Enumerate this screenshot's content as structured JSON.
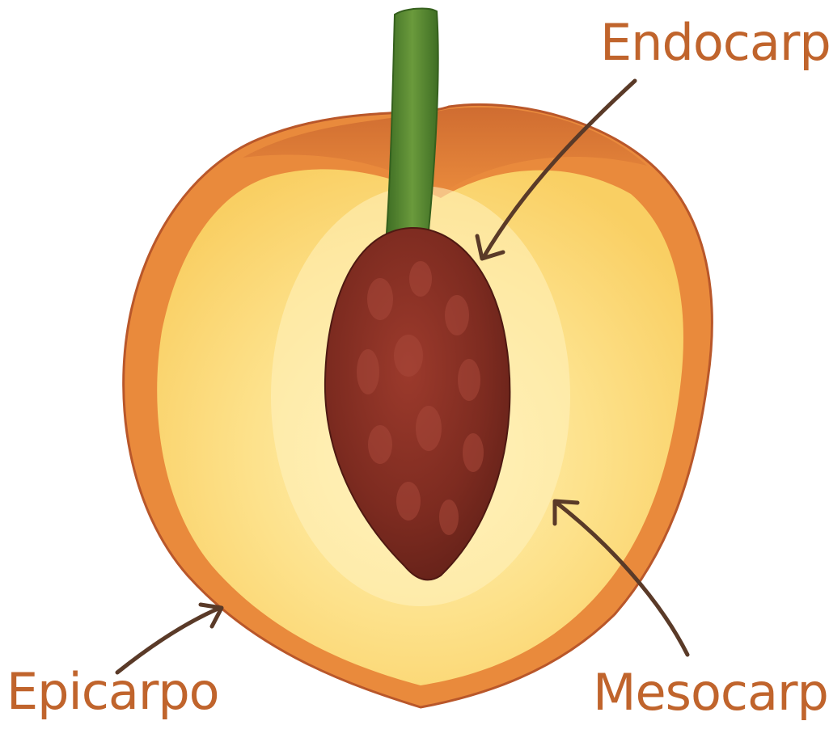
{
  "colors": {
    "background": "#ffffff",
    "label_text": "#c0642c",
    "arrow": "#5a3a28",
    "epicarp_skin": "#e98a3c",
    "mesocarp_flesh": "#fcd977",
    "endocarp_pit": "#7d2b20",
    "stem": "#4d7d2e"
  },
  "icons": {
    "fruit": "peach-cross-section-illustration",
    "stem": "stem-icon",
    "pit": "pit-icon",
    "arrows": "arrow-icon"
  },
  "labels": {
    "endocarpo": "Endocarpo",
    "epicarpo": "Epicarpo",
    "mesocarpo": "Mesocarpo"
  }
}
